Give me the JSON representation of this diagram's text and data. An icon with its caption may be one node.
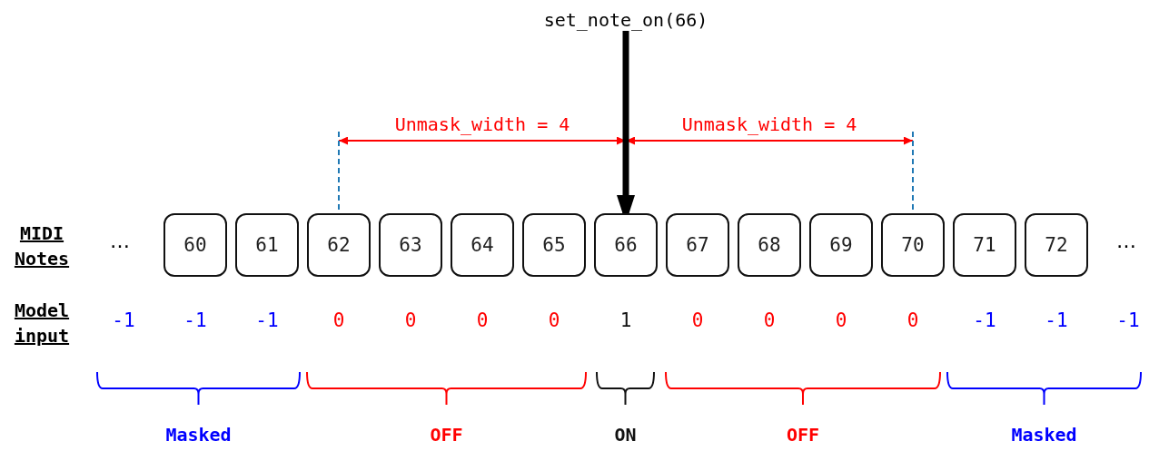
{
  "diagram": {
    "nodes": [
      {
        "text": [
          "set_note_on(66)"
        ]
      },
      {
        "text": [
          "60"
        ]
      },
      {
        "text": [
          "61"
        ]
      },
      {
        "text": [
          "62"
        ]
      },
      {
        "text": [
          "63"
        ]
      },
      {
        "text": [
          "64"
        ]
      },
      {
        "text": [
          "65"
        ]
      },
      {
        "text": [
          "66"
        ]
      },
      {
        "text": [
          "67"
        ]
      },
      {
        "text": [
          "68"
        ]
      },
      {
        "text": [
          "69"
        ]
      },
      {
        "text": [
          "70"
        ]
      },
      {
        "text": [
          "71"
        ]
      },
      {
        "text": [
          "72"
        ]
      }
    ],
    "edges": [
      {
        "from": 0,
        "to": 7,
        "arrow": "to"
      }
    ],
    "labels": [
      "Unmask_width = 4",
      "Unmask_width = 4",
      "MIDI Notes",
      "…",
      "…",
      "Model input",
      "-1",
      "-1",
      "-1",
      "0",
      "0",
      "0",
      "0",
      "1",
      "0",
      "0",
      "0",
      "0",
      "-1",
      "-1",
      "-1",
      "Masked",
      "OFF",
      "ON",
      "OFF",
      "Masked"
    ]
  }
}
